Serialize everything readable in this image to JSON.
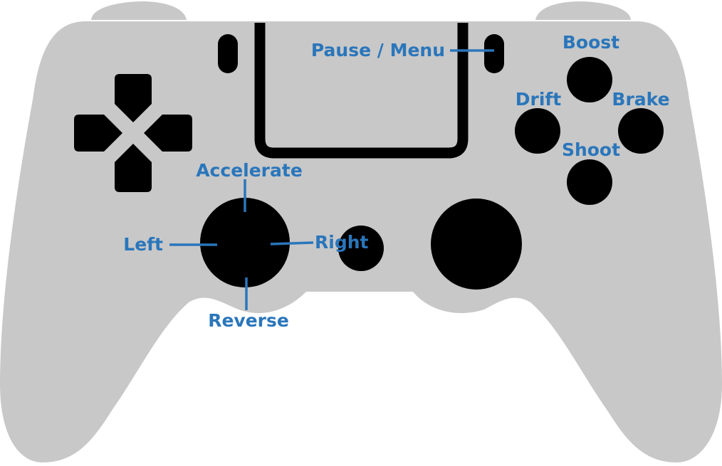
{
  "colors": {
    "body": "#c8c8c8",
    "control": "#000000",
    "label": "#2a76bb",
    "background": "#ffffff"
  },
  "labels": {
    "pause_menu": "Pause / Menu",
    "boost": "Boost",
    "drift": "Drift",
    "brake": "Brake",
    "shoot": "Shoot",
    "accelerate": "Accelerate",
    "left": "Left",
    "right": "Right",
    "reverse": "Reverse"
  },
  "icons": {
    "dpad": "dpad-icon",
    "left_stick": "left-joystick",
    "right_stick": "right-joystick",
    "touchpad": "touchpad",
    "center_button": "home-button"
  }
}
